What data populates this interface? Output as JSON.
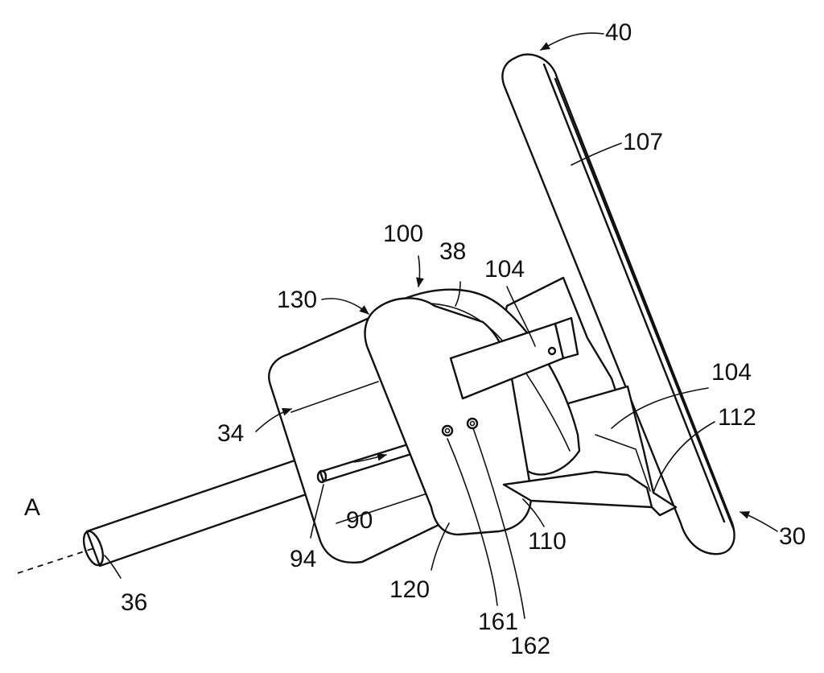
{
  "figure": {
    "reference_labels": {
      "axis": "A",
      "steering_device": "30",
      "housing_portion": "34",
      "shaft": "36",
      "cover": "38",
      "wheel": "40",
      "rod": "90",
      "rod_end": "94",
      "assembly": "100",
      "arm_upper": "104",
      "arm_lower": "104",
      "rim": "107",
      "bracket": "110",
      "bracket_foot": "112",
      "front_face": "120",
      "body": "130",
      "fastener_a": "161",
      "fastener_b": "162"
    }
  }
}
